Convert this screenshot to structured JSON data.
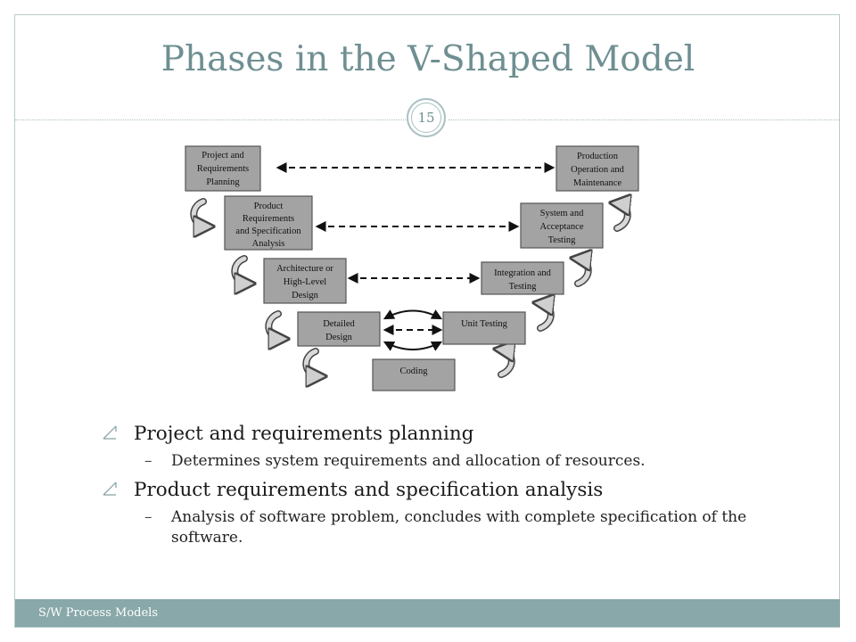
{
  "slide": {
    "title": "Phases in the V-Shaped Model",
    "page_number": "15",
    "footer": "S/W Process Models"
  },
  "diagram": {
    "phases": [
      {
        "id": "project-planning",
        "lines": [
          "Project and",
          "Requirements",
          "Planning"
        ]
      },
      {
        "id": "product-requirements",
        "lines": [
          "Product",
          "Requirements",
          "and Specification",
          "Analysis"
        ]
      },
      {
        "id": "architecture",
        "lines": [
          "Architecture or",
          "High-Level",
          "Design"
        ]
      },
      {
        "id": "detailed-design",
        "lines": [
          "Detailed",
          "Design"
        ]
      },
      {
        "id": "coding",
        "lines": [
          "Coding"
        ]
      },
      {
        "id": "unit-testing",
        "lines": [
          "Unit Testing"
        ]
      },
      {
        "id": "integration-testing",
        "lines": [
          "Integration and",
          "Testing"
        ]
      },
      {
        "id": "system-testing",
        "lines": [
          "System and",
          "Acceptance",
          "Testing"
        ]
      },
      {
        "id": "production",
        "lines": [
          "Production",
          "Operation and",
          "Maintenance"
        ]
      }
    ]
  },
  "bullets": [
    {
      "text": "Project and requirements planning",
      "sub": [
        "Determines system requirements and allocation of resources."
      ]
    },
    {
      "text": "Product requirements and specification analysis",
      "sub": [
        "Analysis of software problem, concludes with complete specification of the software."
      ]
    }
  ],
  "colors": {
    "title": "#6f8f92",
    "footer_bg": "#88a8a9",
    "phase_box": "#a3a3a3"
  }
}
